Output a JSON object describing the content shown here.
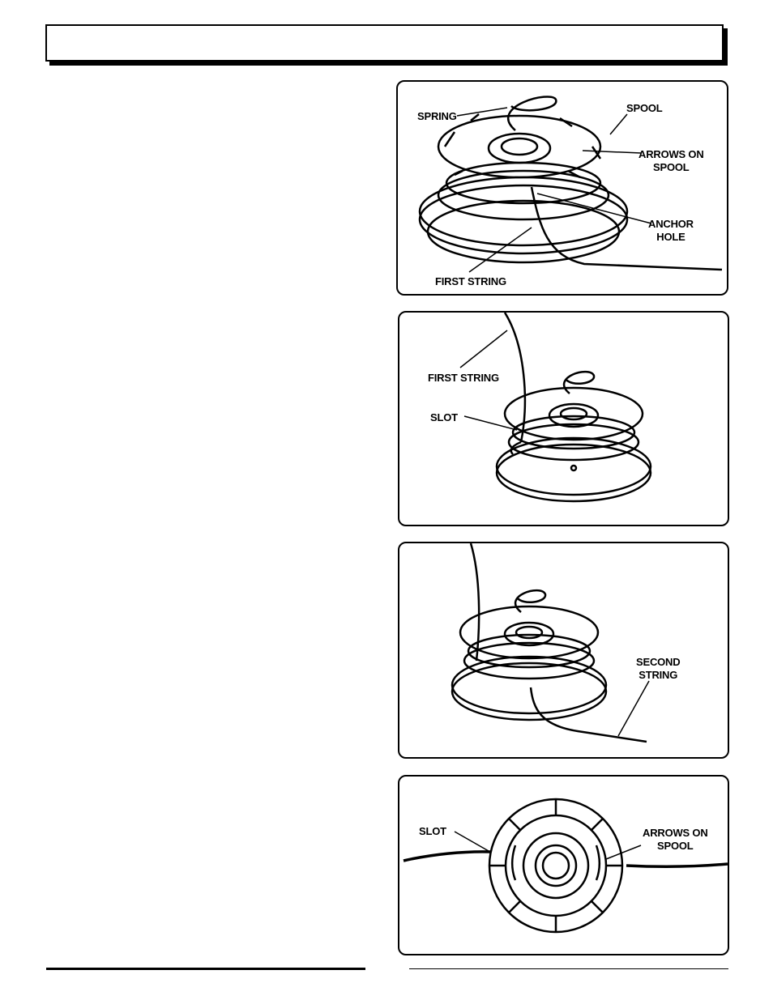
{
  "page": {
    "header_title": ""
  },
  "figures": [
    {
      "id": "fig1",
      "labels": {
        "spring": "SPRING",
        "spool": "SPOOL",
        "arrows_on_spool": "ARROWS ON\nSPOOL",
        "anchor_hole": "ANCHOR\nHOLE",
        "first_string": "FIRST STRING"
      }
    },
    {
      "id": "fig2",
      "labels": {
        "first_string": "FIRST STRING",
        "slot": "SLOT"
      }
    },
    {
      "id": "fig3",
      "labels": {
        "second_string": "SECOND\nSTRING"
      }
    },
    {
      "id": "fig4",
      "labels": {
        "slot": "SLOT",
        "arrows_on_spool": "ARROWS ON\nSPOOL"
      }
    }
  ]
}
